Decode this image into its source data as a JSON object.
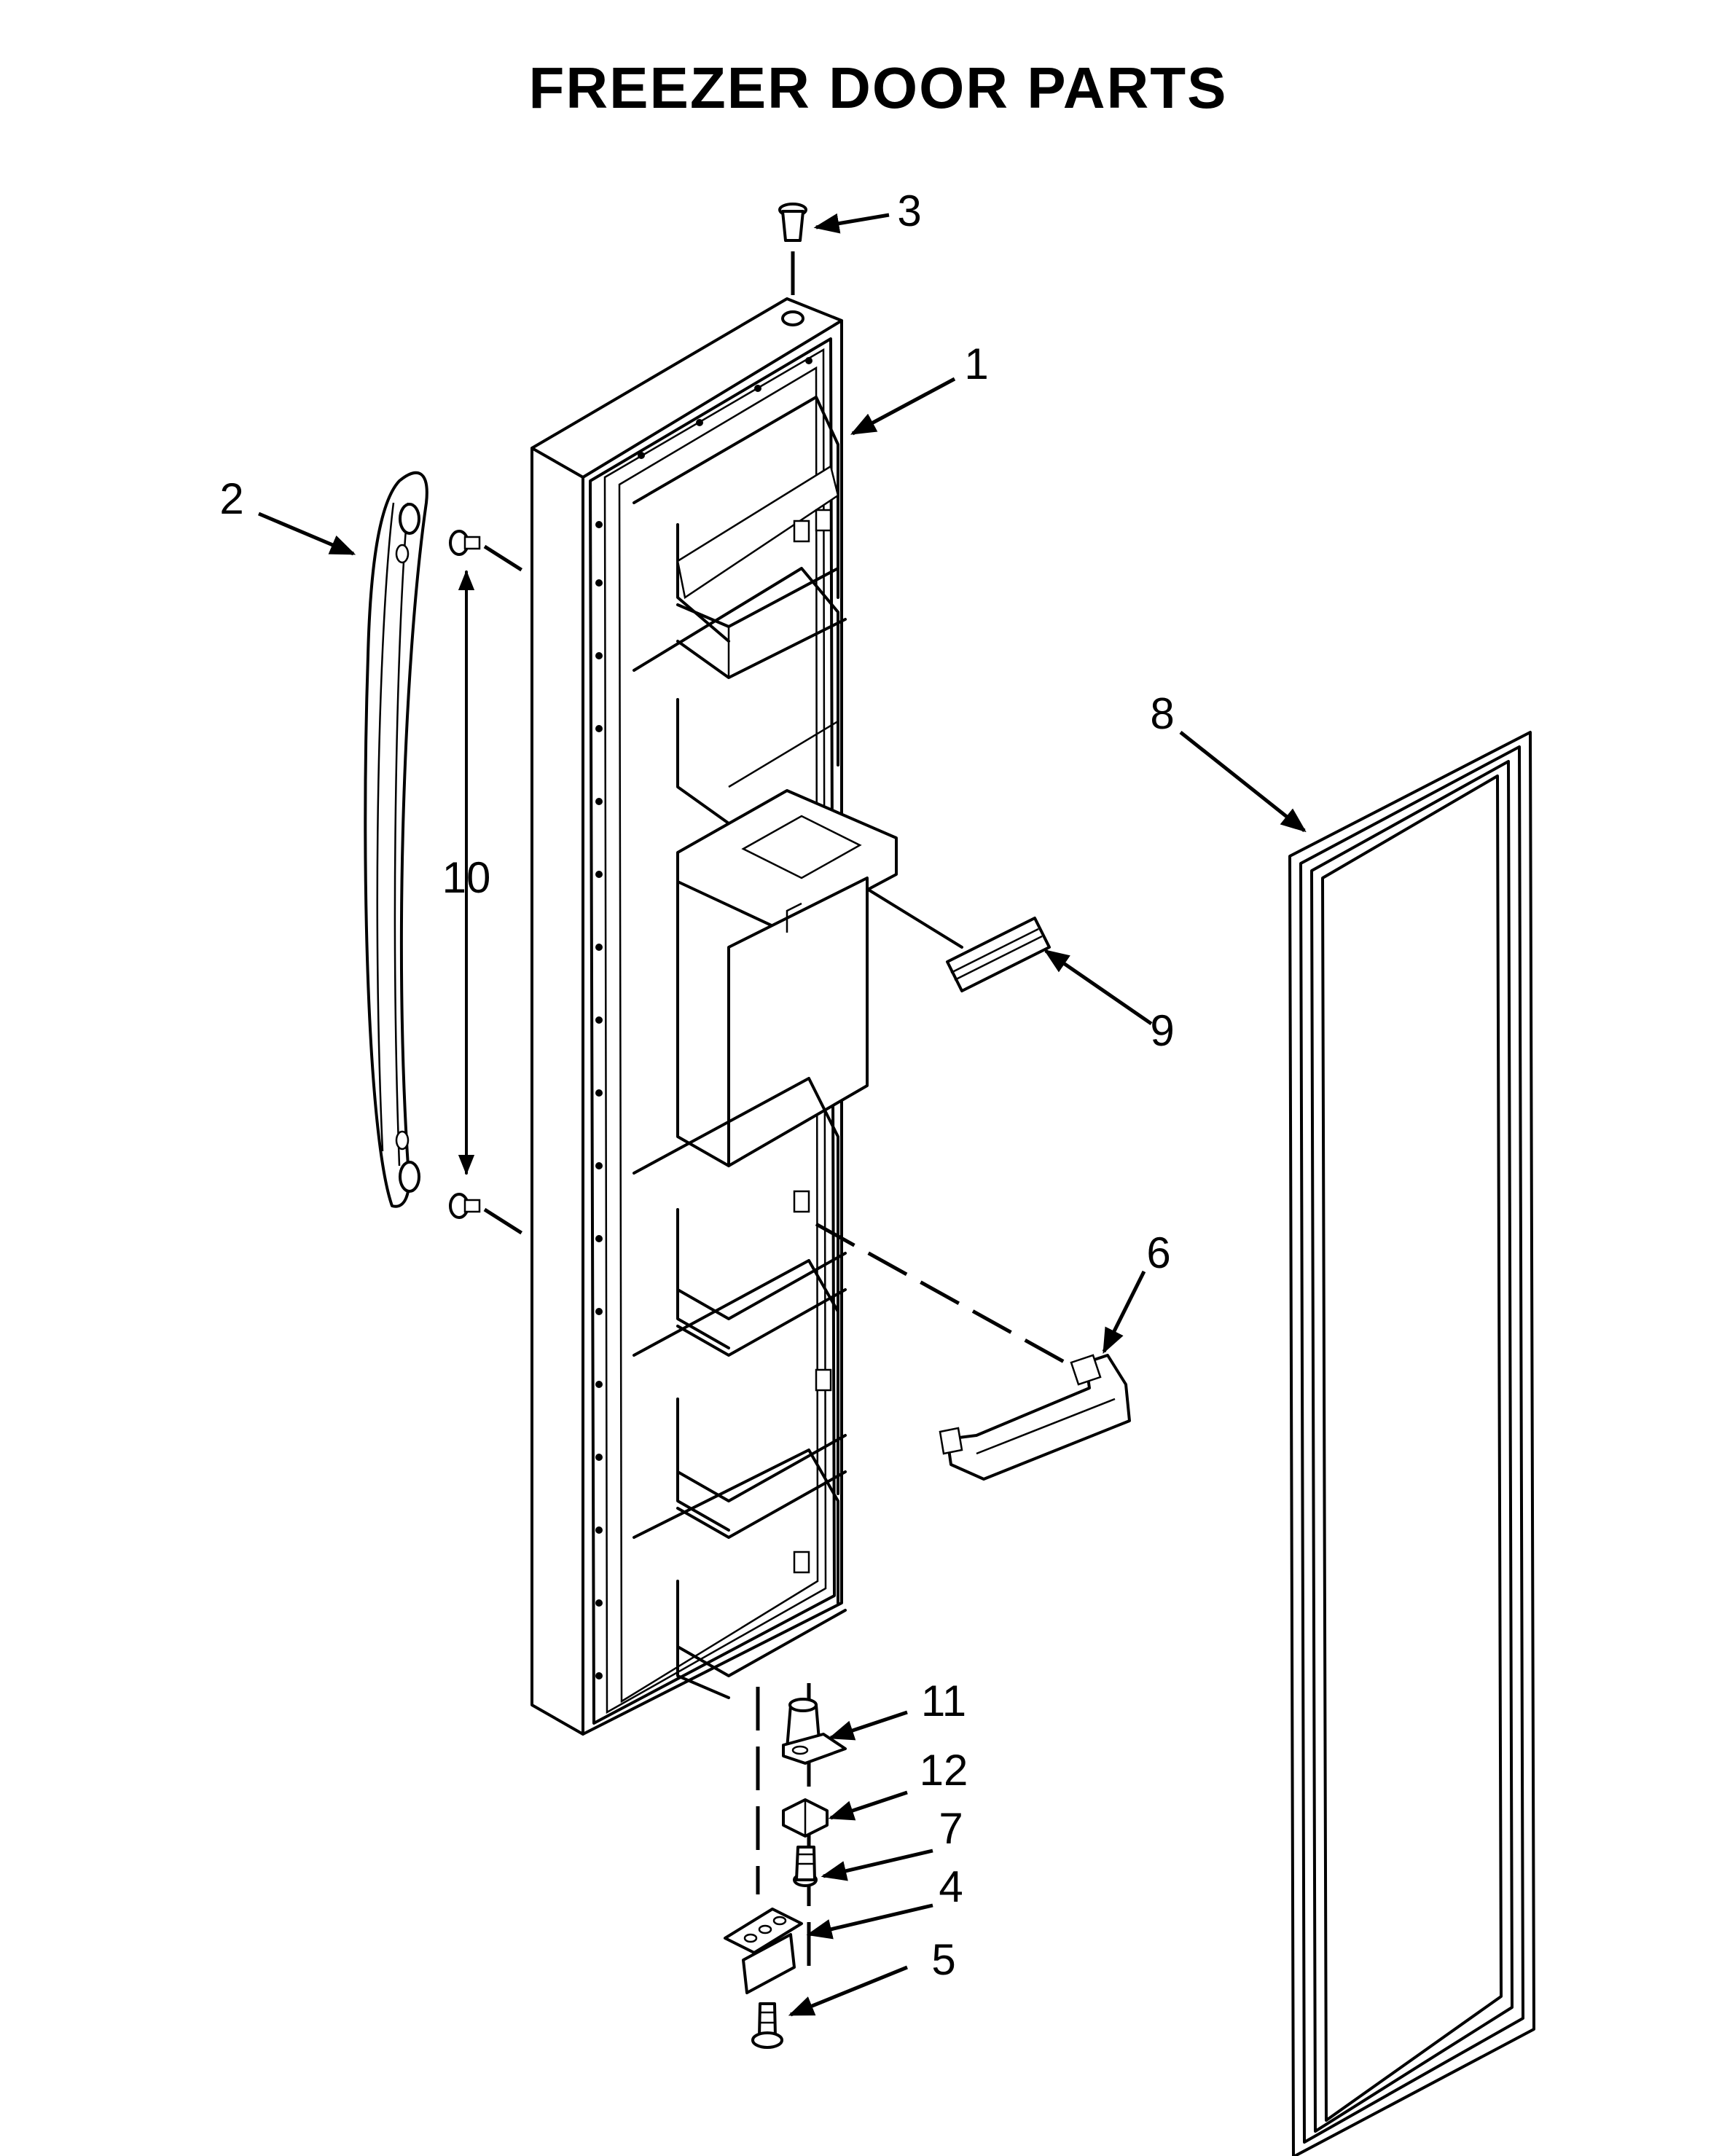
{
  "title": "FREEZER DOOR PARTS",
  "callouts": [
    {
      "id": "door",
      "label": "1"
    },
    {
      "id": "handle",
      "label": "2"
    },
    {
      "id": "top-bushing",
      "label": "3"
    },
    {
      "id": "hinge-bracket",
      "label": "4"
    },
    {
      "id": "hinge-screw",
      "label": "5"
    },
    {
      "id": "door-shelf-bin",
      "label": "6"
    },
    {
      "id": "hinge-screw-small",
      "label": "7"
    },
    {
      "id": "door-gasket",
      "label": "8"
    },
    {
      "id": "dispenser-flap",
      "label": "9"
    },
    {
      "id": "handle-mount-screws",
      "label": "10"
    },
    {
      "id": "hinge-pin",
      "label": "11"
    },
    {
      "id": "hinge-shim",
      "label": "12"
    }
  ]
}
